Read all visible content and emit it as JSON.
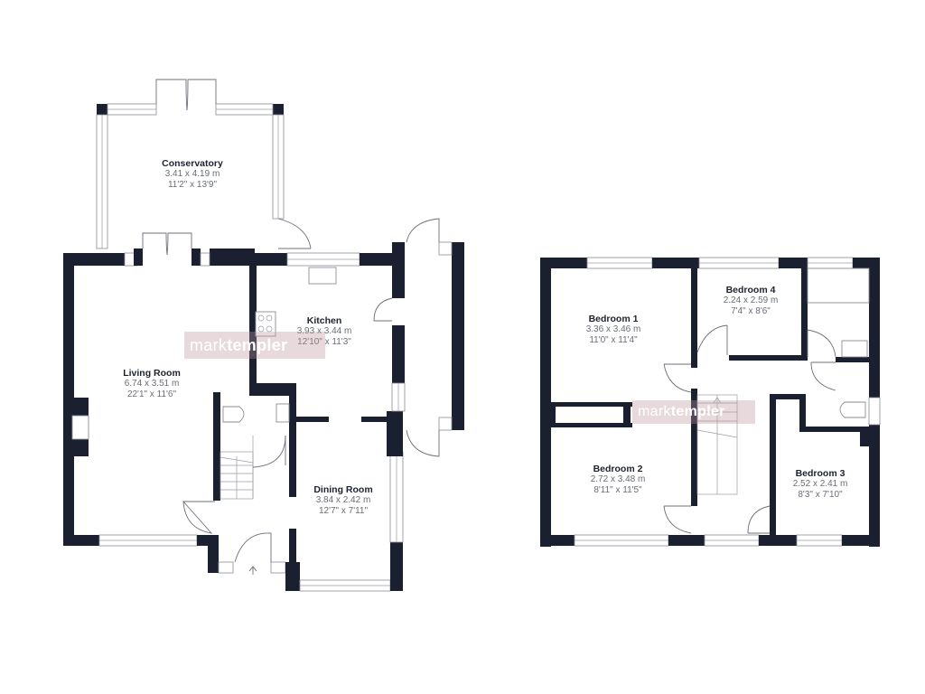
{
  "watermark": {
    "part1": "mark",
    "part2": "templer"
  },
  "ground_floor": {
    "rooms": [
      {
        "id": "conservatory",
        "name": "Conservatory",
        "metric": "3.41 x 4.19 m",
        "imperial": "11'2\" x 13'9\""
      },
      {
        "id": "kitchen",
        "name": "Kitchen",
        "metric": "3.93 x 3.44 m",
        "imperial": "12'10\" x 11'3\""
      },
      {
        "id": "living-room",
        "name": "Living Room",
        "metric": "6.74 x 3.51 m",
        "imperial": "22'1\" x 11'6\""
      },
      {
        "id": "dining-room",
        "name": "Dining Room",
        "metric": "3.84 x 2.42 m",
        "imperial": "12'7\" x 7'11\""
      }
    ]
  },
  "first_floor": {
    "rooms": [
      {
        "id": "bedroom-1",
        "name": "Bedroom 1",
        "metric": "3.36 x 3.46 m",
        "imperial": "11'0\" x 11'4\""
      },
      {
        "id": "bedroom-4",
        "name": "Bedroom 4",
        "metric": "2.24 x 2.59 m",
        "imperial": "7'4\" x 8'6\""
      },
      {
        "id": "bedroom-2",
        "name": "Bedroom 2",
        "metric": "2.72 x 3.48 m",
        "imperial": "8'11\" x 11'5\""
      },
      {
        "id": "bedroom-3",
        "name": "Bedroom 3",
        "metric": "2.52 x 2.41 m",
        "imperial": "8'3\" x 7'10\""
      }
    ]
  },
  "colors": {
    "wall": "#1b2031",
    "watermark": "#be969b",
    "background": "#ffffff"
  }
}
